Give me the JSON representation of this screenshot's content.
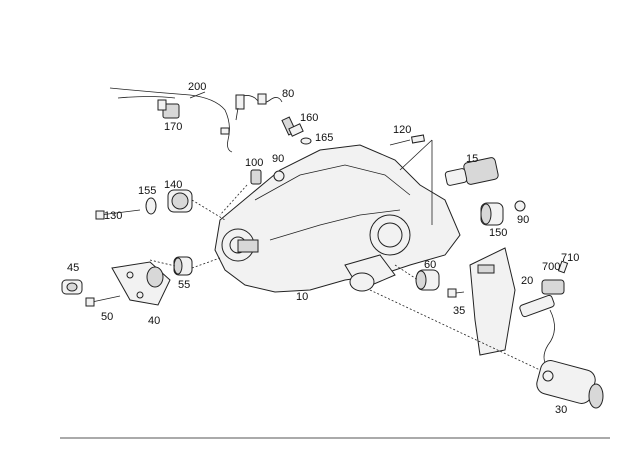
{
  "diagram": {
    "callouts": {
      "p10": "10",
      "p15": "15",
      "p20": "20",
      "p30": "30",
      "p35": "35",
      "p40": "40",
      "p45": "45",
      "p50": "50",
      "p55": "55",
      "p60": "60",
      "p80": "80",
      "p90a": "90",
      "p90b": "90",
      "p100": "100",
      "p120": "120",
      "p130": "130",
      "p140": "140",
      "p150": "150",
      "p155": "155",
      "p160": "160",
      "p165": "165",
      "p170": "170",
      "p200": "200",
      "p700": "700",
      "p710": "710"
    }
  }
}
